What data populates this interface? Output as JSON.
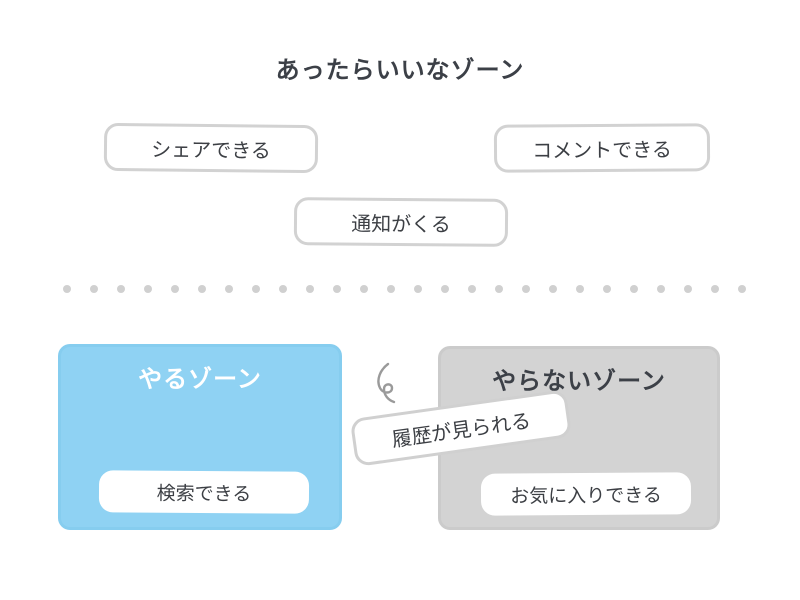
{
  "title": "あったらいいなゾーン",
  "wish_items": [
    {
      "label": "シェアできる"
    },
    {
      "label": "コメントできる"
    },
    {
      "label": "通知がくる"
    }
  ],
  "zones": {
    "do": {
      "title": "やるゾーン",
      "color": "#8fd2f3",
      "items": [
        {
          "label": "検索できる"
        }
      ]
    },
    "dont": {
      "title": "やらないゾーン",
      "color": "#d3d3d3",
      "items": [
        {
          "label": "お気に入りできる"
        }
      ]
    }
  },
  "moving_item": {
    "label": "履歴が見られる"
  },
  "divider": {
    "style": "dotted",
    "color": "#cfcfcf"
  }
}
